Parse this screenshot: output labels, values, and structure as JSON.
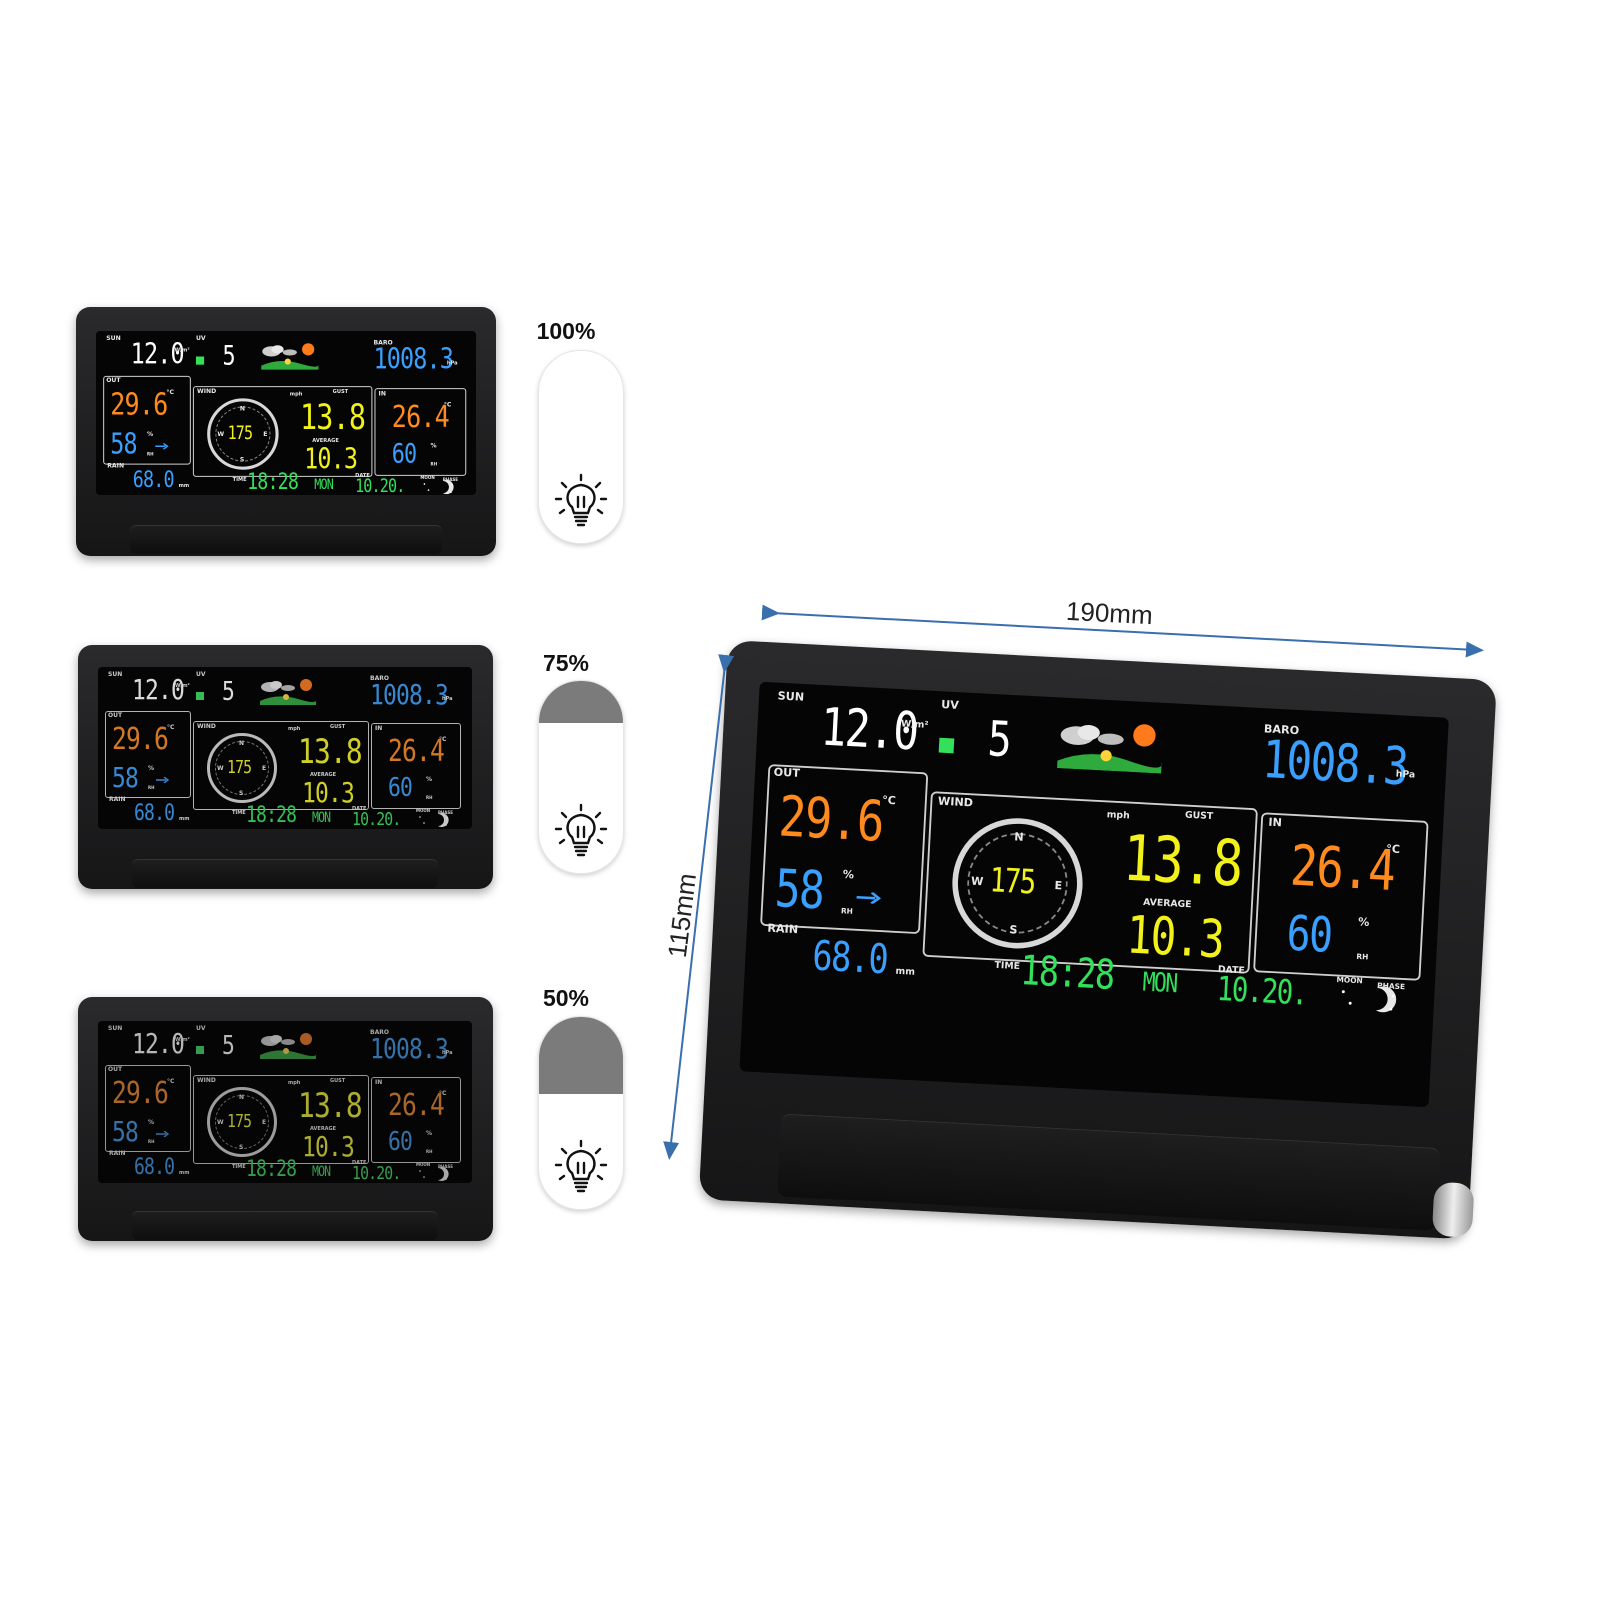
{
  "brightness_levels": [
    {
      "label": "100%",
      "fill": 0.0
    },
    {
      "label": "75%",
      "fill": 0.22
    },
    {
      "label": "50%",
      "fill": 0.4
    }
  ],
  "dimensions": {
    "width": "190mm",
    "height": "115mm"
  },
  "icons": [
    "light-bulb-icon",
    "compass-icon",
    "weather-forecast-icon",
    "moon-phase-icon",
    "arrow-right-icon"
  ],
  "colors": {
    "lcd_white": "#ffffff",
    "lcd_blue": "#3aa0ff",
    "lcd_orange": "#ff8a1e",
    "lcd_yellow": "#f2f21a",
    "lcd_green": "#33e05a"
  },
  "display": {
    "sun_label": "SUN",
    "sun_value": "12.0",
    "sun_unit": "W/m²",
    "uv_label": "UV",
    "uv_value": "5",
    "baro_label": "BARO",
    "baro_value": "1008.3",
    "baro_unit": "hPa",
    "out_label": "OUT",
    "out_temp": "29.6",
    "temp_unit": "°C",
    "out_humidity": "58",
    "humidity_unit": "%",
    "humidity_rh": "RH",
    "wind_label": "WIND",
    "wind_unit": "mph",
    "gust_label": "GUST",
    "wind_direction": "175",
    "compass_n": "N",
    "compass_s": "S",
    "compass_w": "W",
    "compass_e": "E",
    "wind_gust": "13.8",
    "average_label": "AVERAGE",
    "wind_average": "10.3",
    "in_label": "IN",
    "in_temp": "26.4",
    "in_humidity": "60",
    "rain_label": "RAIN",
    "rain_value": "68.0",
    "rain_unit": "mm",
    "time_label": "TIME",
    "time_value": "18:28",
    "day_value": "MON",
    "date_label": "DATE",
    "date_value": "10.20.",
    "moon_label": "MOON",
    "phase_label": "PHASE"
  }
}
